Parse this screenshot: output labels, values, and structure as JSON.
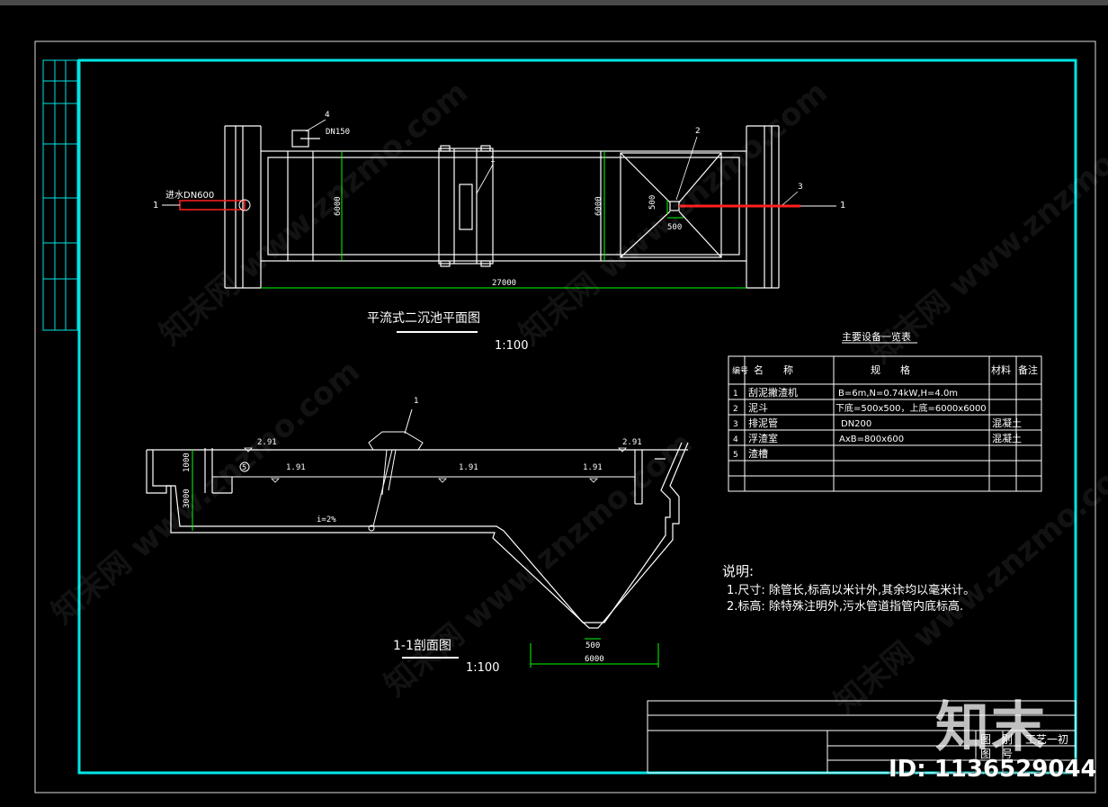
{
  "plan": {
    "title": "平流式二沉池平面图",
    "scale": "1:100",
    "inlet": "进水DN600",
    "outlet_pipe": "DN150",
    "dim_length": "27000",
    "dim_width_left": "6000",
    "dim_width_right": "6000",
    "hopper_w": "500",
    "hopper_h": "500",
    "section_mark": "1",
    "callouts": [
      "1",
      "2",
      "3",
      "4"
    ]
  },
  "section": {
    "title": "1-1剖面图",
    "scale": "1:100",
    "el_top_left": "2.91",
    "el_top_right": "2.91",
    "el_water": [
      "1.91",
      "1.91",
      "1.91"
    ],
    "dim_1000": "1000",
    "dim_3000": "3000",
    "slope": "i=2%",
    "dim_bottom_small": "500",
    "dim_bottom_large": "6000",
    "callout_1": "1",
    "callout_5": "5"
  },
  "equipment": {
    "title": "主要设备一览表",
    "headers": [
      "编号",
      "名　　称",
      "规　　格",
      "材料",
      "备注"
    ],
    "rows": [
      {
        "no": "1",
        "name": "刮泥撇渣机",
        "spec": "B=6m,N=0.74kW,H=4.0m",
        "material": "",
        "note": ""
      },
      {
        "no": "2",
        "name": "泥斗",
        "spec": "下底=500x500，上底=6000x6000",
        "material": "",
        "note": ""
      },
      {
        "no": "3",
        "name": "排泥管",
        "spec": "DN200",
        "material": "混凝土",
        "note": ""
      },
      {
        "no": "4",
        "name": "浮渣室",
        "spec": "AxB=800x600",
        "material": "混凝土",
        "note": ""
      },
      {
        "no": "5",
        "name": "渣槽",
        "spec": "",
        "material": "",
        "note": ""
      }
    ]
  },
  "notes": {
    "title": "说明:",
    "lines": [
      "1.尺寸: 除管长,标高以米计外,其余均以毫米计。",
      "2.标高: 除特殊注明外,污水管道指管内底标高."
    ]
  },
  "titleblock": {
    "label1": "图　别",
    "value1": "工艺一初",
    "label2": "图　号",
    "value2": ""
  },
  "watermark": {
    "brand": "知末",
    "text": "知末网 www.znzmo.com",
    "id": "ID: 1136529044"
  },
  "colors": {
    "frame": "#00e5e5",
    "line": "#ffffff",
    "dim": "#00ff00",
    "pipe": "#ff2020"
  }
}
